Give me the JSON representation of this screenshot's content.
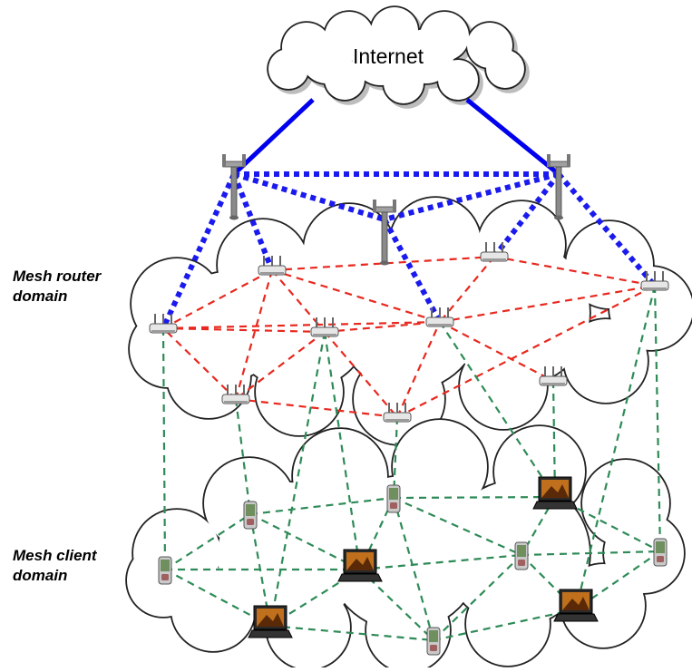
{
  "internet": {
    "label": "Internet"
  },
  "domains": {
    "router": {
      "line1": "Mesh router",
      "line2": "domain"
    },
    "client": {
      "line1": "Mesh client",
      "line2": "domain"
    }
  },
  "colors": {
    "wired_link": "#0000ee",
    "wireless_backhaul": "#1a1aee",
    "router_mesh": "#e8281e",
    "client_mesh": "#2e8b57",
    "cloud_fill": "#ffffff",
    "cloud_stroke": "#222222"
  },
  "icons": {
    "gateway": "antenna-pole-icon",
    "router": "wireless-router-icon",
    "laptop": "laptop-icon",
    "pda": "pda-handheld-icon",
    "cloud": "cloud-icon"
  }
}
